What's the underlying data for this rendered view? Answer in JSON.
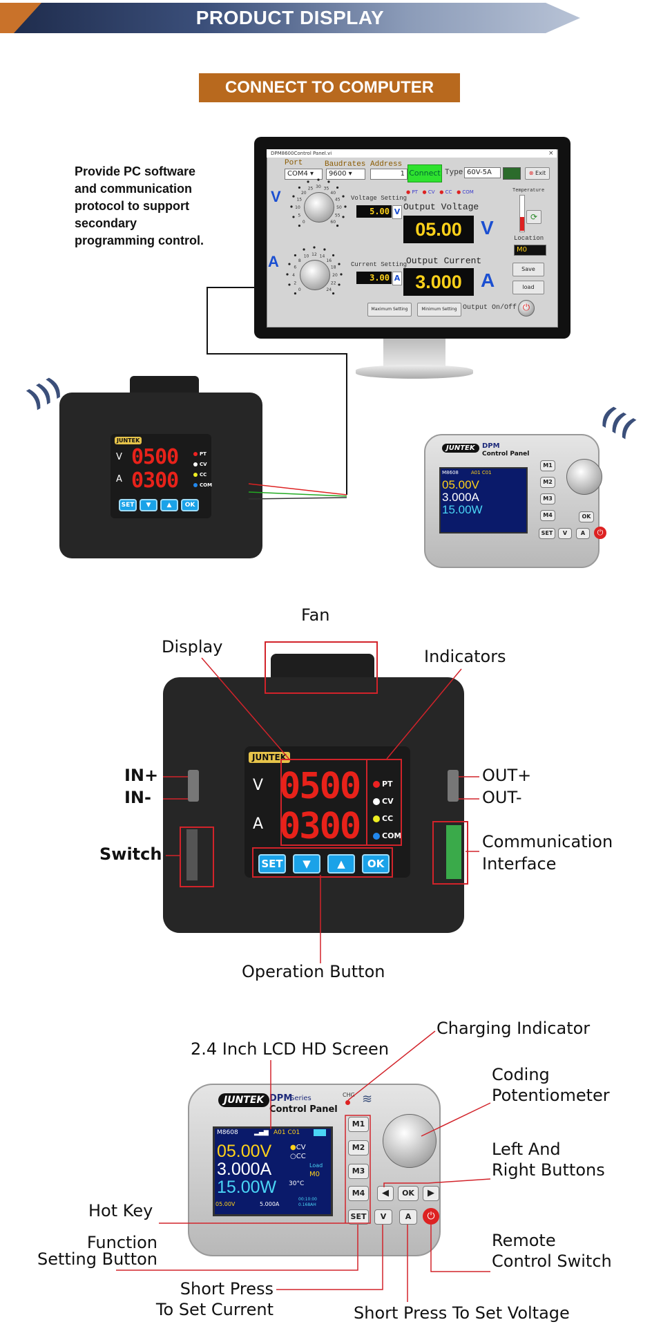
{
  "banner": {
    "title": "PRODUCT DISPLAY"
  },
  "section": {
    "title": "CONNECT TO COMPUTER"
  },
  "description": {
    "lines": [
      "Provide PC software",
      "and communication",
      "protocol to support",
      "secondary",
      "programming control."
    ]
  },
  "software": {
    "window_title": "DPM8600Control Panel.vi",
    "close": "×",
    "port_label": "Port",
    "port_value": "COM4",
    "baud_label": "Baudrates",
    "baud_value": "9600",
    "address_label": "Address",
    "address_value": "1",
    "connect_label": "Connect",
    "type_label": "Type",
    "type_value": "60V-5A",
    "exit_label": "Exit",
    "indicators": [
      "PT",
      "CV",
      "CC",
      "COM"
    ],
    "v_letter": "V",
    "a_letter": "A",
    "voltage_setting_label": "Voltage Setting",
    "voltage_setting_value": "5.00",
    "current_setting_label": "Current Setting",
    "current_setting_value": "3.00",
    "output_voltage_label": "Output Voltage",
    "output_voltage_value": "05.00",
    "output_current_label": "Output Current",
    "output_current_value": "3.000",
    "temperature_label": "Temperature",
    "location_label": "Location",
    "location_value": "M0",
    "save_label": "Save",
    "load_label": "load",
    "max_label": "Maximum Setting",
    "min_label": "Minimum Setting",
    "onoff_label": "Output On/Off",
    "v_dial_ticks": [
      "0",
      "5",
      "10",
      "15",
      "20",
      "25",
      "30",
      "35",
      "40",
      "45",
      "50",
      "55",
      "60"
    ],
    "a_dial_ticks": [
      "0",
      "2",
      "4",
      "6",
      "8",
      "10",
      "12",
      "14",
      "16",
      "18",
      "20",
      "22",
      "24"
    ]
  },
  "device": {
    "brand": "JUNTEK",
    "v_label": "V",
    "a_label": "A",
    "voltage": "0500",
    "current": "0300",
    "indicators": [
      "PT",
      "CV",
      "CC",
      "COM"
    ],
    "buttons": [
      "SET",
      "▼",
      "▲",
      "OK"
    ]
  },
  "panel": {
    "brand": "JUNTEK",
    "dpm": "DPM",
    "series": "Series",
    "control": "Control Panel",
    "chg": "CHG",
    "model": "M8608",
    "channel": "A01 C01",
    "voltage": "05.00V",
    "current": "3.000A",
    "power": "15.00W",
    "cv": "CV",
    "cc": "CC",
    "load": "Load",
    "mem": "M0",
    "temp": "30°C",
    "set_v": "05.00V",
    "set_a": "5.000A",
    "time": "00:10:00",
    "energy": "0.168AH",
    "m_keys": [
      "M1",
      "M2",
      "M3",
      "M4"
    ],
    "ok": "OK",
    "bottom_keys": [
      "SET",
      "V",
      "A"
    ]
  },
  "callouts_device": {
    "fan": "Fan",
    "display": "Display",
    "indicators": "Indicators",
    "in_plus": "IN+",
    "in_minus": "IN-",
    "switch": "Switch",
    "out_plus": "OUT+",
    "out_minus": "OUT-",
    "comm1": "Communication",
    "comm2": "Interface",
    "operation": "Operation Button"
  },
  "callouts_panel": {
    "charging": "Charging Indicator",
    "lcd": "2.4 Inch LCD HD Screen",
    "coding1": "Coding",
    "coding2": "Potentiometer",
    "lr1": "Left And",
    "lr2": "Right Buttons",
    "hotkey": "Hot Key",
    "func1": "Function",
    "func2": "Setting Button",
    "remote1": "Remote",
    "remote2": "Control Switch",
    "current1": "Short Press",
    "current2": "To Set Current",
    "voltage": "Short Press To Set Voltage"
  },
  "colors": {
    "accent": "#b8691e",
    "callout_red": "#d2232a",
    "lcd_yellow": "#ffd21a",
    "connect_green": "#2fe22f"
  }
}
